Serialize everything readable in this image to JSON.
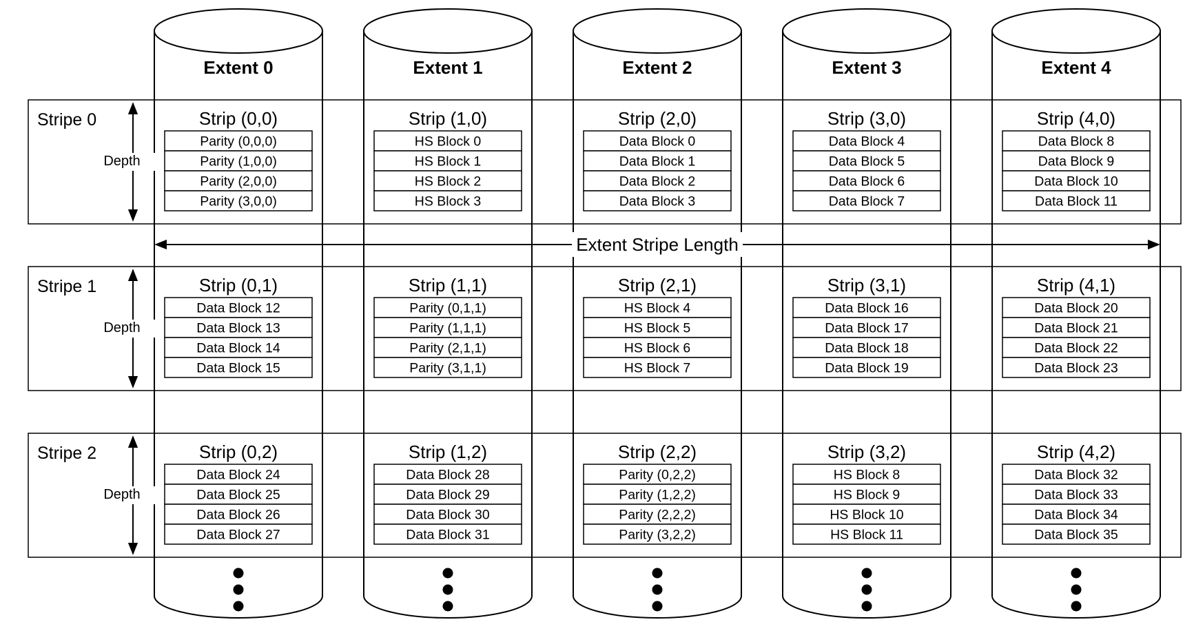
{
  "extents": [
    "Extent 0",
    "Extent 1",
    "Extent 2",
    "Extent 3",
    "Extent 4"
  ],
  "depth_label": "Depth",
  "extent_stripe_length_label": "Extent Stripe Length",
  "stripes": [
    {
      "label": "Stripe 0",
      "strips": [
        {
          "label": "Strip (0,0)",
          "blocks": [
            "Parity (0,0,0)",
            "Parity (1,0,0)",
            "Parity (2,0,0)",
            "Parity (3,0,0)"
          ]
        },
        {
          "label": "Strip (1,0)",
          "blocks": [
            "HS Block 0",
            "HS Block 1",
            "HS Block 2",
            "HS Block 3"
          ]
        },
        {
          "label": "Strip (2,0)",
          "blocks": [
            "Data Block 0",
            "Data Block 1",
            "Data Block 2",
            "Data Block 3"
          ]
        },
        {
          "label": "Strip (3,0)",
          "blocks": [
            "Data Block 4",
            "Data Block 5",
            "Data Block 6",
            "Data Block 7"
          ]
        },
        {
          "label": "Strip (4,0)",
          "blocks": [
            "Data Block 8",
            "Data Block 9",
            "Data Block 10",
            "Data Block 11"
          ]
        }
      ]
    },
    {
      "label": "Stripe 1",
      "strips": [
        {
          "label": "Strip (0,1)",
          "blocks": [
            "Data Block 12",
            "Data Block 13",
            "Data Block 14",
            "Data Block 15"
          ]
        },
        {
          "label": "Strip (1,1)",
          "blocks": [
            "Parity (0,1,1)",
            "Parity (1,1,1)",
            "Parity (2,1,1)",
            "Parity (3,1,1)"
          ]
        },
        {
          "label": "Strip (2,1)",
          "blocks": [
            "HS Block 4",
            "HS Block 5",
            "HS Block 6",
            "HS Block 7"
          ]
        },
        {
          "label": "Strip (3,1)",
          "blocks": [
            "Data Block 16",
            "Data Block 17",
            "Data Block 18",
            "Data Block 19"
          ]
        },
        {
          "label": "Strip (4,1)",
          "blocks": [
            "Data Block 20",
            "Data Block 21",
            "Data Block 22",
            "Data Block 23"
          ]
        }
      ]
    },
    {
      "label": "Stripe 2",
      "strips": [
        {
          "label": "Strip (0,2)",
          "blocks": [
            "Data Block 24",
            "Data Block 25",
            "Data Block 26",
            "Data Block 27"
          ]
        },
        {
          "label": "Strip (1,2)",
          "blocks": [
            "Data Block 28",
            "Data Block 29",
            "Data Block 30",
            "Data Block 31"
          ]
        },
        {
          "label": "Strip (2,2)",
          "blocks": [
            "Parity (0,2,2)",
            "Parity (1,2,2)",
            "Parity (2,2,2)",
            "Parity (3,2,2)"
          ]
        },
        {
          "label": "Strip (3,2)",
          "blocks": [
            "HS Block 8",
            "HS Block 9",
            "HS Block 10",
            "HS Block 11"
          ]
        },
        {
          "label": "Strip (4,2)",
          "blocks": [
            "Data Block 32",
            "Data Block 33",
            "Data Block 34",
            "Data Block 35"
          ]
        }
      ]
    }
  ],
  "continuation_glyph": "ellipsis-vertical-dots"
}
